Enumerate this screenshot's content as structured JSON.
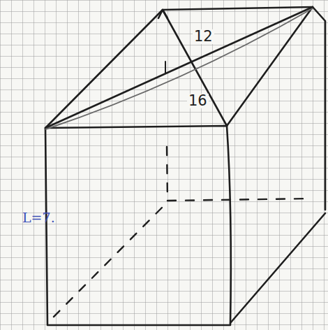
{
  "diagram": {
    "labels": [
      "12",
      "16",
      "L=7."
    ]
  }
}
